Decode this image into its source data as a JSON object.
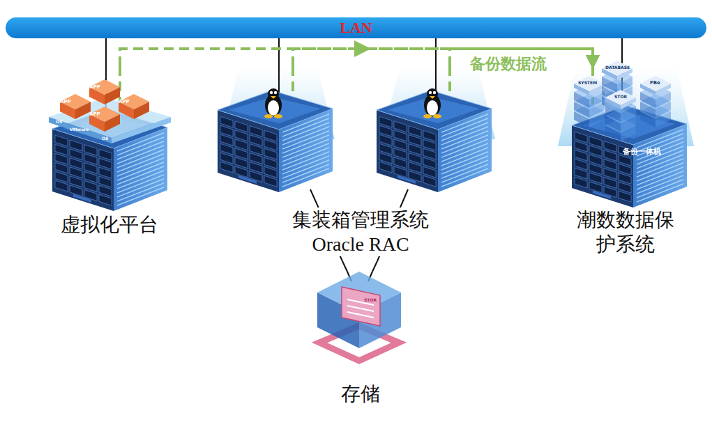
{
  "diagram": {
    "nodes": [
      {
        "text": [
          "LAN"
        ]
      },
      {
        "text": [
          "虚拟化平台"
        ]
      },
      {
        "text": [
          "集装箱管理系统 Oracle RAC"
        ]
      },
      {
        "text": [
          "潮数数据保护系统"
        ]
      },
      {
        "text": [
          "存储"
        ]
      }
    ],
    "edges": [
      {
        "from": 1,
        "to": 0,
        "arrow": "none"
      },
      {
        "from": 2,
        "to": 0,
        "arrow": "none"
      },
      {
        "from": 2,
        "to": 0,
        "arrow": "none"
      },
      {
        "from": 3,
        "to": 0,
        "arrow": "none"
      },
      {
        "from": 2,
        "to": 4,
        "arrow": "none"
      },
      {
        "from": 2,
        "to": 4,
        "arrow": "none"
      },
      {
        "from": 1,
        "to": 3,
        "arrow": "to",
        "label": "备份数据流"
      },
      {
        "from": 2,
        "to": 3,
        "arrow": "to"
      },
      {
        "from": 2,
        "to": 3,
        "arrow": "to"
      }
    ],
    "labels": [
      "APP",
      "APP",
      "APP",
      "APP",
      "OS",
      "OS",
      "VMware",
      "SYSTEM",
      "DATABASE",
      "FBe",
      "STOR",
      "备份一体机",
      "STOR"
    ]
  }
}
